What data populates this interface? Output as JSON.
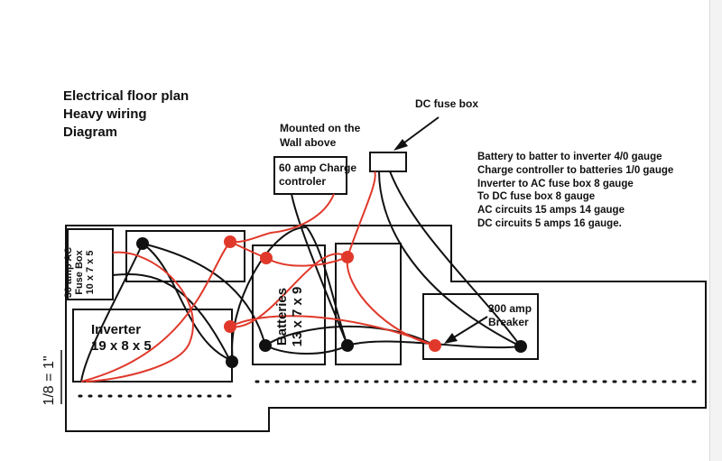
{
  "title": {
    "line1": "Electrical floor plan",
    "line2": "Heavy wiring",
    "line3": "Diagram"
  },
  "mounted_note": {
    "line1": "Mounted on the",
    "line2": "Wall above"
  },
  "dc_fuse_box_label": "DC fuse box",
  "charge_controller": {
    "line1": "60 amp Charge",
    "line2": "controler"
  },
  "specs": [
    "Battery to batter to inverter 4/0 gauge",
    "Charge controller to batteries 1/0 gauge",
    "Inverter to AC fuse box 8 gauge",
    "To DC fuse box 8 gauge",
    "AC circuits 15 amps 14 gauge",
    "DC circuits 5 amps 16 gauge."
  ],
  "ac_fuse_box": {
    "line1": "30 amp AC",
    "line2": "Fuse Box",
    "line3": "10 x 7 x 5"
  },
  "inverter": {
    "line1": "Inverter",
    "line2": "19 x 8 x 5"
  },
  "batteries": {
    "line1": "Batteries",
    "line2": "13 x 7 x 9"
  },
  "breaker": {
    "line1": "300 amp",
    "line2": "Breaker"
  },
  "scale_label": "1/8 = 1\"",
  "colors": {
    "positive": "#e0392b",
    "negative": "#111111",
    "outline": "#111111"
  }
}
